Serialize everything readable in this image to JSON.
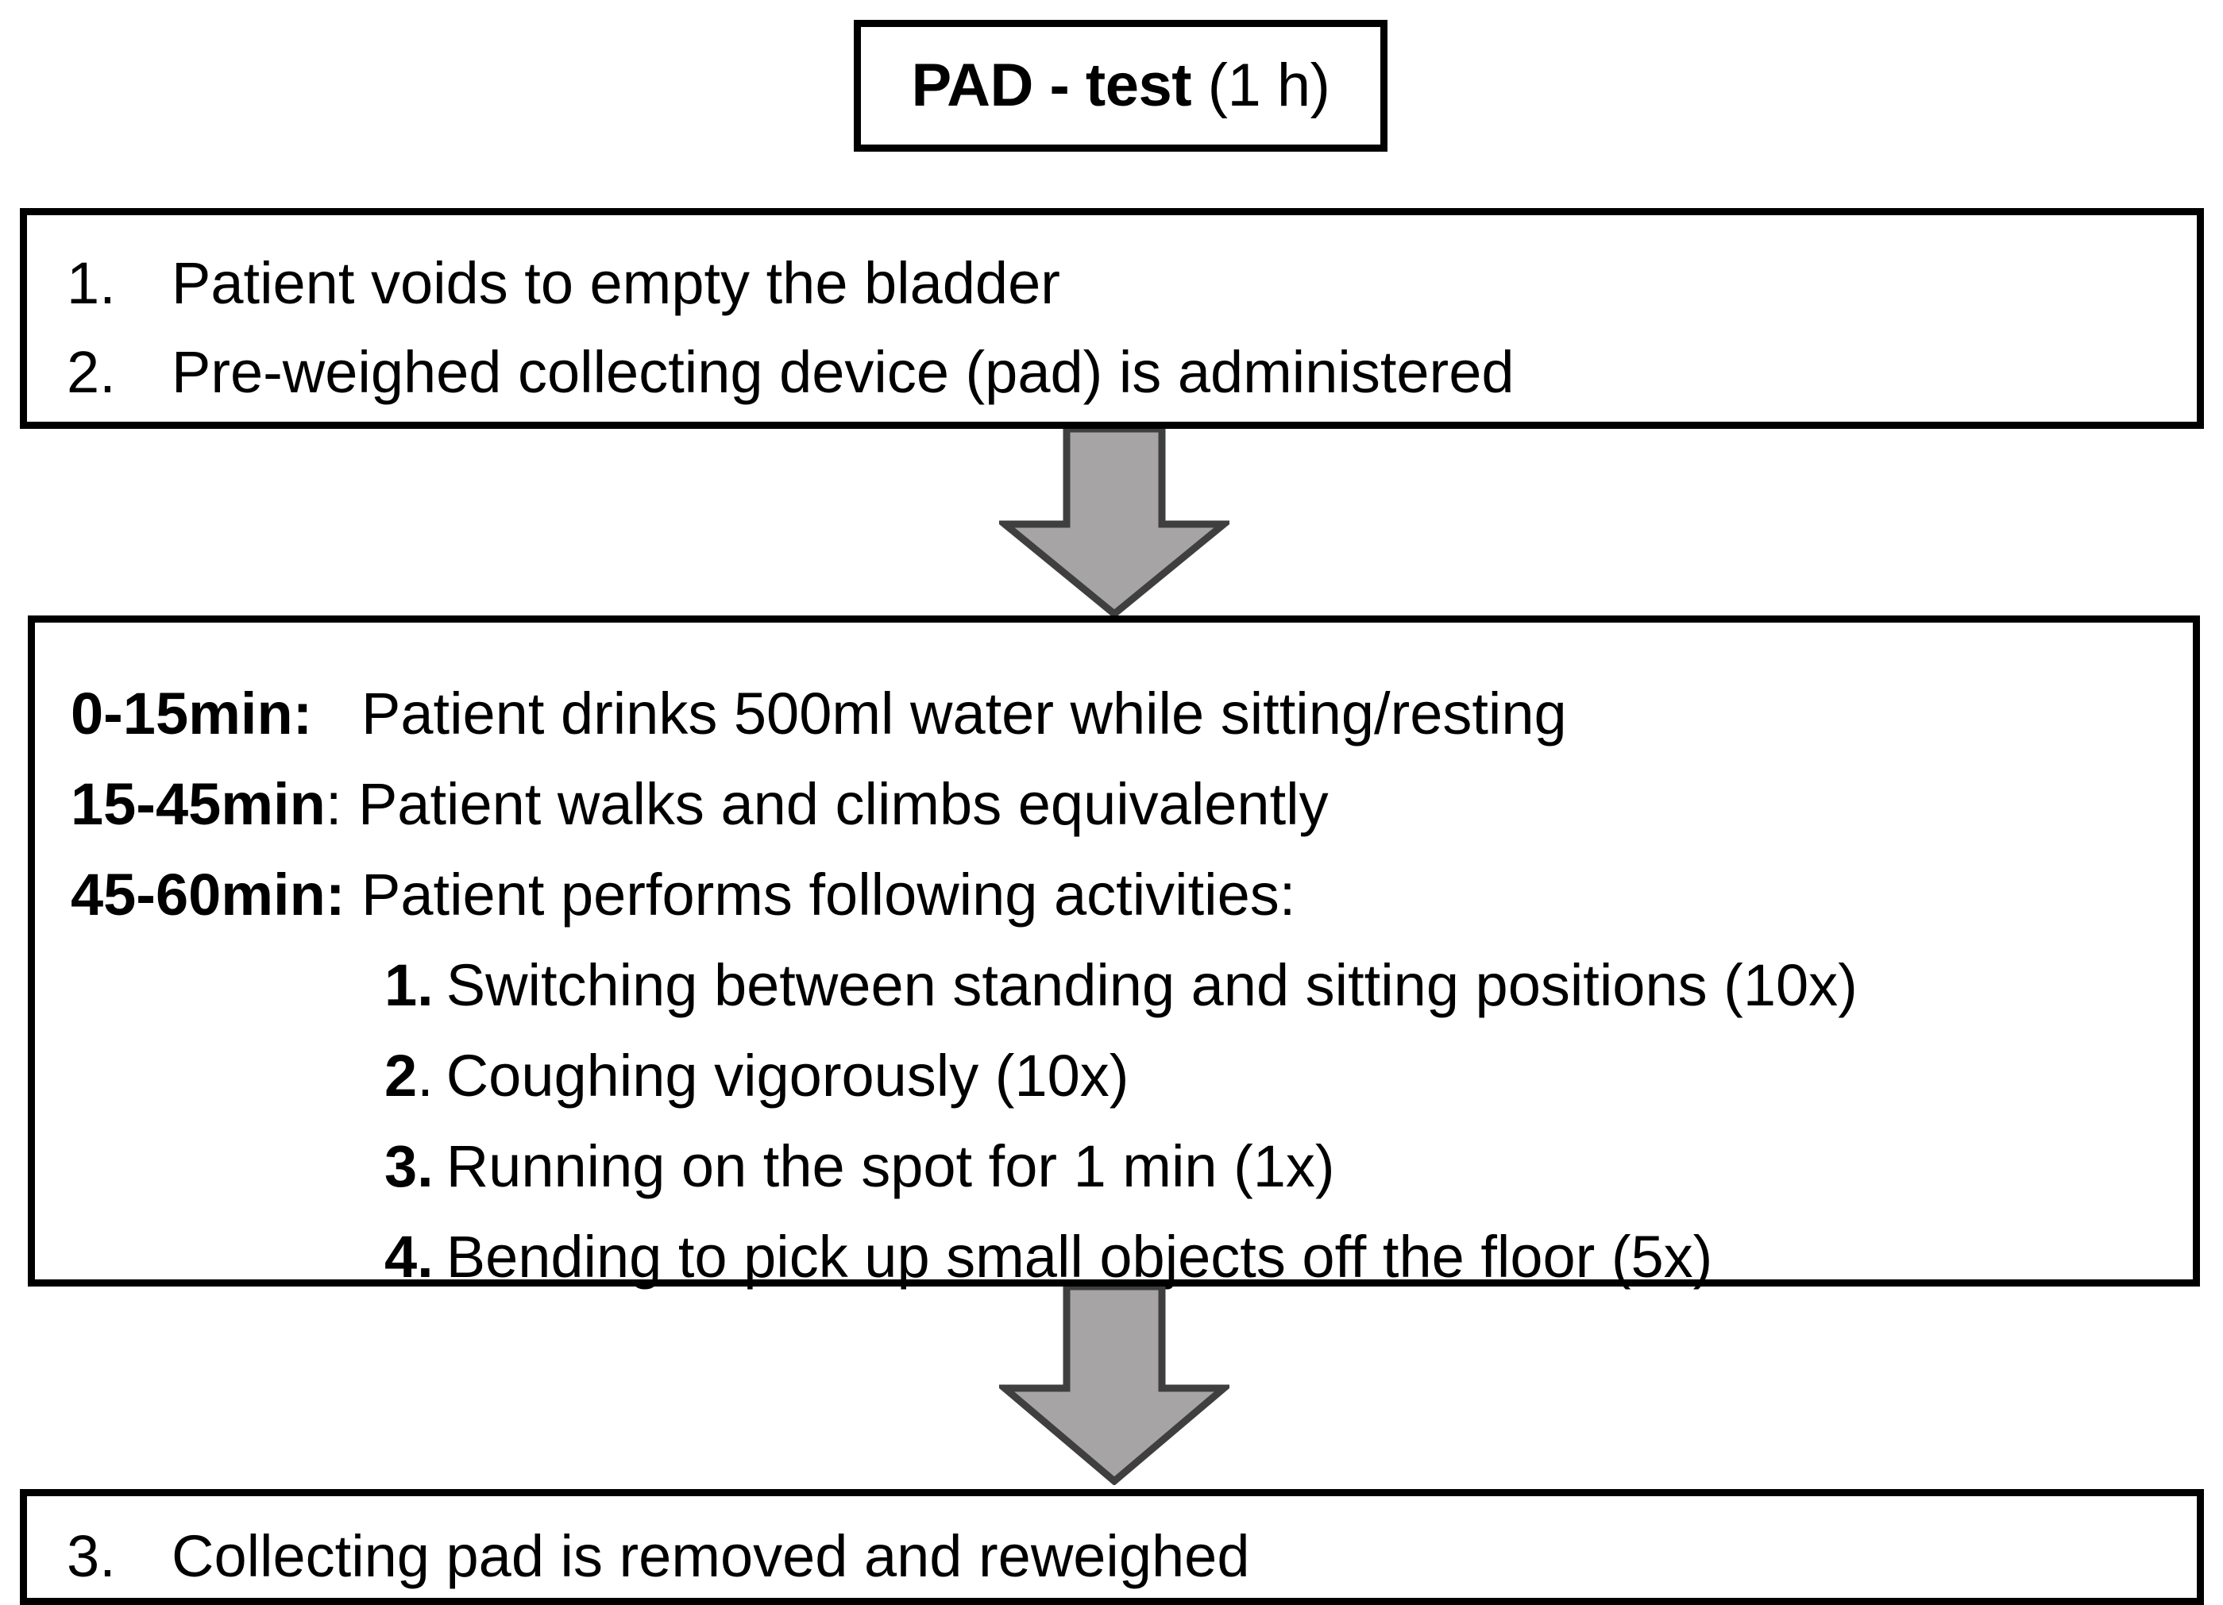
{
  "title_box": {
    "bold_part": "PAD - test",
    "regular_part": " (1 h)"
  },
  "box_one": {
    "items": [
      {
        "marker": "1.",
        "text": "Patient voids to empty the bladder"
      },
      {
        "marker": "2.",
        "text": "Pre-weighed collecting device (pad) is administered"
      }
    ]
  },
  "box_two": {
    "timed_steps": [
      {
        "label": "0-15min:",
        "gap": "   ",
        "text": "Patient drinks 500ml water while sitting/resting"
      },
      {
        "label": "15-45min",
        "colon": ":",
        "gap": " ",
        "text": "Patient walks and climbs equivalently"
      },
      {
        "label": "45-60min:",
        "gap": " ",
        "text": "Patient performs following activities:"
      }
    ],
    "activities": [
      {
        "marker": "1",
        "dot": ".",
        "dot_bold": true,
        "text": "Switching between standing and sitting positions (10x)"
      },
      {
        "marker": "2",
        "dot": ".",
        "dot_bold": false,
        "text": "Coughing vigorously (10x)"
      },
      {
        "marker": "3",
        "dot": ".",
        "dot_bold": true,
        "text": "Running on the spot for 1 min (1x)"
      },
      {
        "marker": "4",
        "dot": ".",
        "dot_bold": true,
        "text": "Bending to pick up small objects off the floor (5x)"
      }
    ]
  },
  "box_three": {
    "items": [
      {
        "marker": "3.",
        "text": "Collecting pad is removed and reweighed"
      }
    ]
  },
  "arrows": [
    {
      "name": "arrow-box-one-to-box-two"
    },
    {
      "name": "arrow-box-two-to-box-three"
    }
  ],
  "colors": {
    "border": "#000000",
    "arrow_fill": "#A6A4A4",
    "arrow_stroke": "#3F3F3F",
    "background": "#FFFFFF",
    "text": "#000000"
  }
}
